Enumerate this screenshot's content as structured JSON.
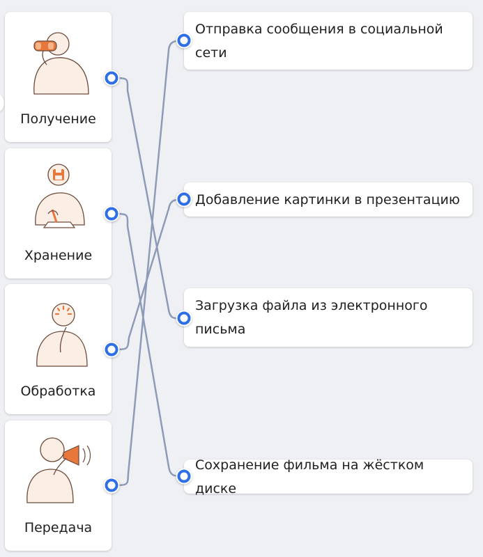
{
  "left_items": [
    {
      "label": "Получение",
      "icon": "person-binoculars-icon"
    },
    {
      "label": "Хранение",
      "icon": "person-saving-icon"
    },
    {
      "label": "Обработка",
      "icon": "person-thinking-icon"
    },
    {
      "label": "Передача",
      "icon": "person-megaphone-icon"
    }
  ],
  "right_items": [
    {
      "label": "Отправка сообщения в социальной сети"
    },
    {
      "label": "Добавление картинки в презентацию"
    },
    {
      "label": "Загрузка файла из электронного письма"
    },
    {
      "label": "Сохранение фильма на жёстком диске"
    }
  ],
  "connections": [
    {
      "from": "Получение",
      "to": "Загрузка файла из электронного письма"
    },
    {
      "from": "Хранение",
      "to": "Сохранение фильма на жёстком диске"
    },
    {
      "from": "Обработка",
      "to": "Добавление картинки в презентацию"
    },
    {
      "from": "Передача",
      "to": "Отправка сообщения в социальной сети"
    }
  ],
  "colors": {
    "background": "#eff0f3",
    "card": "#ffffff",
    "connector_line": "#8d9bb8",
    "dot_ring": "#2f6fe6",
    "illustration_accent": "#e8773c",
    "illustration_fill": "#fbeee4",
    "illustration_outline": "#6b4a3a"
  }
}
